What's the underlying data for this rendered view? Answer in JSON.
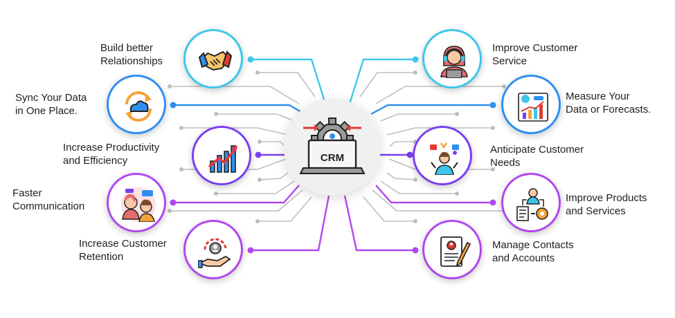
{
  "hub": {
    "label": "CRM",
    "icon": "crm-laptop-gear-icon"
  },
  "benefits_left": [
    {
      "label": "Build better\nRelationships",
      "icon": "handshake-icon",
      "color": "#3ec6ea"
    },
    {
      "label": "Sync Your Data\nin One Place.",
      "icon": "cloud-sync-icon",
      "color": "#2e8ff0"
    },
    {
      "label": "Increase Productivity\nand Efficiency",
      "icon": "growth-chart-icon",
      "color": "#7a3ff0"
    },
    {
      "label": "Faster\nCommunication",
      "icon": "people-chat-icon",
      "color": "#b048ee"
    },
    {
      "label": "Increase Customer\nRetention",
      "icon": "customer-retention-icon",
      "color": "#b048ee"
    }
  ],
  "benefits_right": [
    {
      "label": "Improve Customer\nService",
      "icon": "support-agent-icon",
      "color": "#3ec6ea"
    },
    {
      "label": "Measure Your\nData or Forecasts.",
      "icon": "analytics-icon",
      "color": "#2e8ff0"
    },
    {
      "label": "Anticipate Customer\nNeeds",
      "icon": "thinking-person-icon",
      "color": "#7a3ff0"
    },
    {
      "label": "Improve Products\nand Services",
      "icon": "product-improvement-icon",
      "color": "#b048ee"
    },
    {
      "label": "Manage Contacts\nand Accounts",
      "icon": "contact-document-icon",
      "color": "#b048ee"
    }
  ]
}
